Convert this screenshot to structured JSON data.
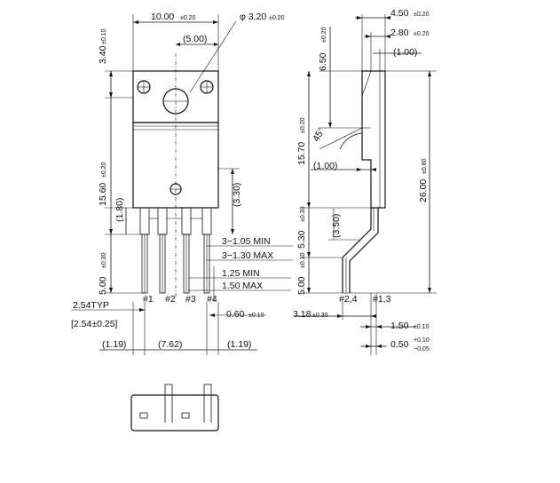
{
  "front": {
    "width": "10.00",
    "width_tol": "±0.20",
    "hole_dia": "φ 3.20",
    "hole_tol": "±0.20",
    "hole_offset": "(5.00)",
    "tab_height": "3.40",
    "tab_height_tol": "±0.10",
    "body_height": "15.60",
    "body_height_tol": "±0.20",
    "ref_180": "(1.80)",
    "ref_330": "(3.30)",
    "lead_len": "5.00",
    "lead_len_tol": "±0.30",
    "lead_w1": "3−1.05 MIN",
    "lead_w2": "3−1.30 MAX",
    "lead_t1": "1.25 MIN",
    "lead_t2": "1.50 MAX",
    "lead_thick": "0.60",
    "lead_thick_tol": "±0.10",
    "pitch": "2.54TYP",
    "pitch2": "[2.54±0.25]",
    "span_left": "(1.19)",
    "span_mid": "(7.62)",
    "span_right": "(1.19)",
    "pins": [
      "#1",
      "#2",
      "#3",
      "#4"
    ]
  },
  "side": {
    "w1": "4.50",
    "w1_tol": "±0.20",
    "w2": "2.80",
    "w2_tol": "±0.20",
    "w3": "(1.00)",
    "h1": "6.50",
    "h1_tol": "±0.20",
    "h2": "15.70",
    "h2_tol": "±0.20",
    "angle": "45°",
    "ref_100": "(1.00)",
    "total": "26.00",
    "total_tol": "±0.80",
    "h3": "5.30",
    "h3_tol": "±0.30",
    "ref_350": "(3.50)",
    "h4": "5.00",
    "h4_tol": "±0.30",
    "pin_a": "#2,4",
    "pin_b": "#1,3",
    "offset": "3.18",
    "offset_tol": "±0.30",
    "w4": "1.50",
    "w4_tol": "±0.10",
    "w5": "0.50",
    "w5_tol_plus": "+0.10",
    "w5_tol_minus": "−0.05"
  }
}
